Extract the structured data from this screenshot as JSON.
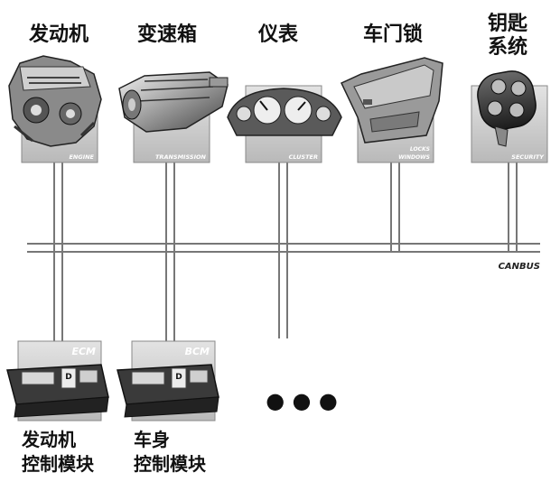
{
  "nodes": [
    {
      "id": "engine",
      "title": "发动机",
      "tag": "ENGINE",
      "icon": "engine-icon"
    },
    {
      "id": "transmission",
      "title": "变速箱",
      "tag": "TRANSMISSION",
      "icon": "transmission-icon"
    },
    {
      "id": "cluster",
      "title": "仪表",
      "tag": "CLUSTER",
      "icon": "instrument-cluster-icon"
    },
    {
      "id": "locks",
      "title": "车门锁",
      "tag_line1": "LOCKS",
      "tag_line2": "WINDOWS",
      "icon": "door-panel-icon"
    },
    {
      "id": "security",
      "title_line1": "钥匙",
      "title_line2": "系统",
      "tag": "SECURITY",
      "icon": "key-fob-icon"
    }
  ],
  "bus": {
    "label": "CANBUS"
  },
  "modules": [
    {
      "id": "ecm",
      "tag": "ECM",
      "caption_line1": "发动机",
      "caption_line2": "控制模块",
      "icon": "control-module-icon"
    },
    {
      "id": "bcm",
      "tag": "BCM",
      "caption_line1": "车身",
      "caption_line2": "控制模块",
      "icon": "control-module-icon"
    }
  ],
  "ellipsis": "● ● ●"
}
